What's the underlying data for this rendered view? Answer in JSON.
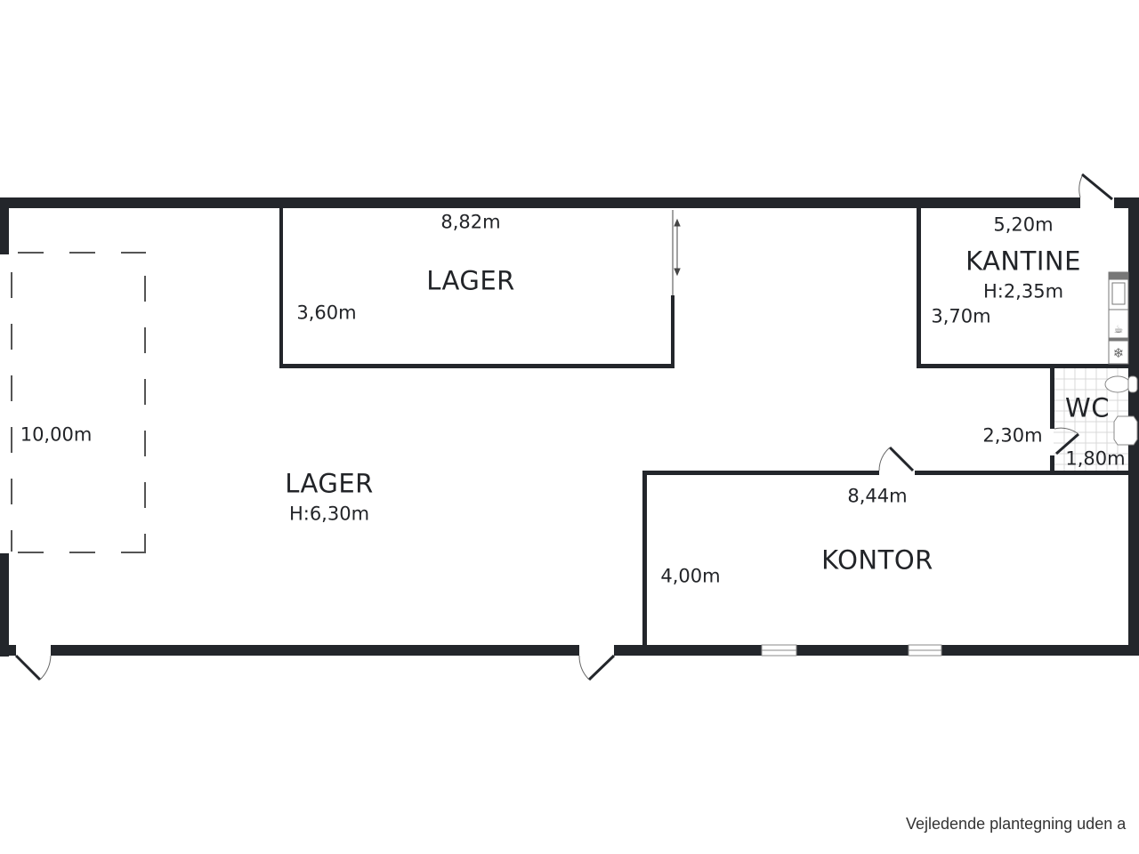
{
  "plan": {
    "wall_color": "#23262b",
    "tile_color": "#d8d8d8",
    "rooms": {
      "lager_main": {
        "name": "LAGER",
        "height": "H:6,30m",
        "dim_side": "10,00m"
      },
      "lager_small": {
        "name": "LAGER",
        "dim_top": "8,82m",
        "dim_side": "3,60m"
      },
      "kantine": {
        "name": "KANTINE",
        "height": "H:2,35m",
        "dim_top": "5,20m",
        "dim_side": "3,70m"
      },
      "wc": {
        "name": "WC",
        "dim_side": "2,30m",
        "dim_bottom": "1,80m"
      },
      "kontor": {
        "name": "KONTOR",
        "dim_top": "8,44m",
        "dim_side": "4,00m"
      }
    },
    "fixtures": [
      "sink-icon",
      "dishwasher-icon",
      "freezer-icon",
      "toilet-icon",
      "washbasin-icon"
    ]
  },
  "footer": {
    "note": "Vejledende plantegning uden a"
  }
}
